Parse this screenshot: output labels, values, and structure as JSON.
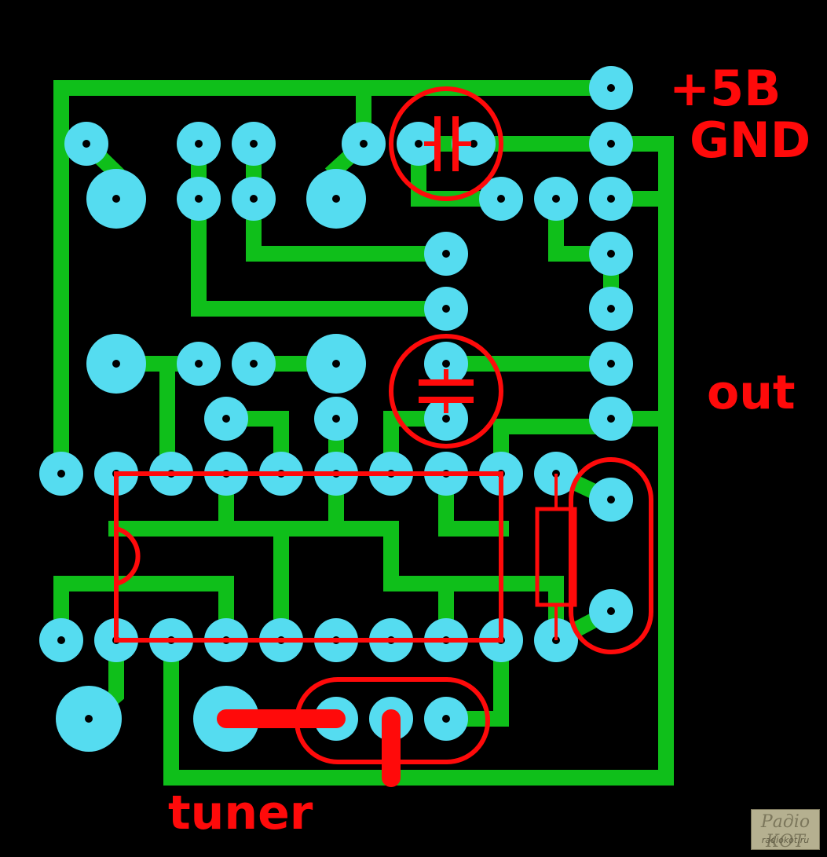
{
  "labels": {
    "plus5": "+5B",
    "gnd": "GND",
    "out": "out",
    "tuner": "tuner"
  },
  "watermark": {
    "line1": "Радіо КОТ",
    "line2": "radiokot.ru"
  },
  "colors": {
    "background": "#000000",
    "trace": "#0fbf1a",
    "pad": "#55dcf0",
    "silkscreen": "#ff0a0a"
  }
}
